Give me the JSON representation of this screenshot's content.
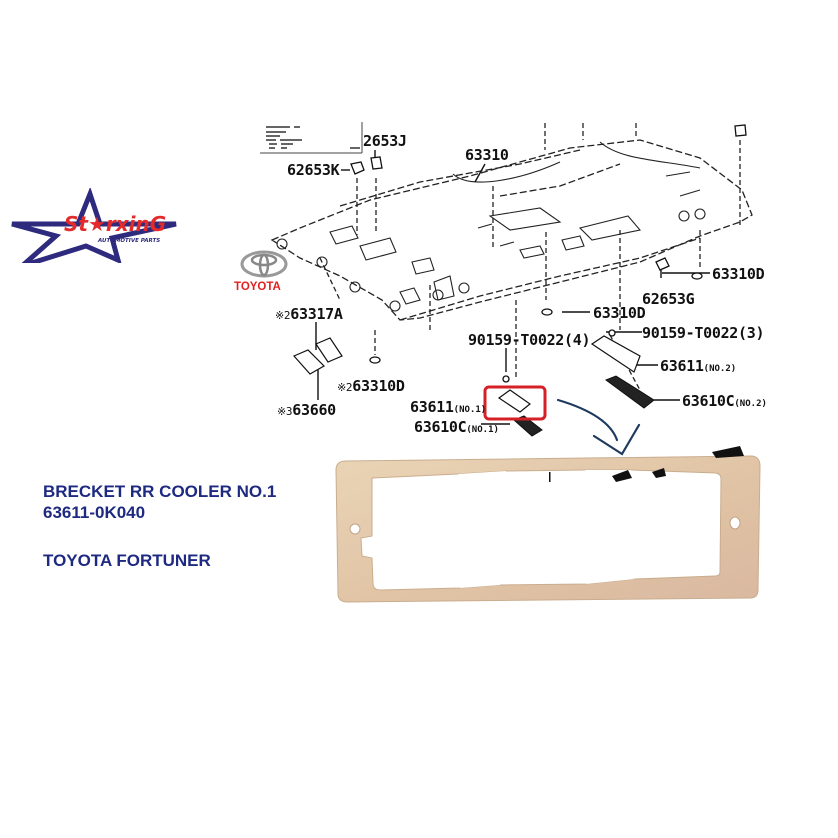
{
  "brand": {
    "name": "St★rxinG",
    "tagline": "AUTOMOTIVE PARTS",
    "star_color": "#2e2a7e",
    "text_color": "#e42a2a"
  },
  "oem_logo": {
    "name": "TOYOTA",
    "color": "#e02020"
  },
  "product": {
    "title": "BRECKET RR COOLER NO.1",
    "part_number": "63611-0K040",
    "vehicle": "TOYOTA FORTUNER",
    "text_color": "#1e2a82"
  },
  "diagram": {
    "highlight_color": "#d62027",
    "arrow_color": "#1f3a5f",
    "part_color": "#e3c9a6",
    "labels": [
      {
        "id": "2653J",
        "text": "2653J"
      },
      {
        "id": "62653K",
        "text": "62653K"
      },
      {
        "id": "63310",
        "text": "63310"
      },
      {
        "id": "63310D-right",
        "text": "63310D"
      },
      {
        "id": "62653G",
        "text": "62653G"
      },
      {
        "id": "63310D-center",
        "text": "63310D"
      },
      {
        "id": "90159-3",
        "text": "90159-T0022",
        "suffix": "(3)"
      },
      {
        "id": "90159-4",
        "text": "90159-T0022",
        "suffix": "(4)"
      },
      {
        "id": "63611-no2",
        "text": "63611",
        "suffix": "(NO.2)"
      },
      {
        "id": "63610C-no2",
        "text": "63610C",
        "suffix": "(NO.2)"
      },
      {
        "id": "63317A",
        "text": "63317A",
        "prefix": "※2"
      },
      {
        "id": "63310D-left",
        "text": "63310D",
        "prefix": "※2"
      },
      {
        "id": "63660",
        "text": "63660",
        "prefix": "※3"
      },
      {
        "id": "63611-no1",
        "text": "63611",
        "suffix": "(NO.1)"
      },
      {
        "id": "63610C-no1",
        "text": "63610C",
        "suffix": "(NO.1)"
      }
    ]
  }
}
